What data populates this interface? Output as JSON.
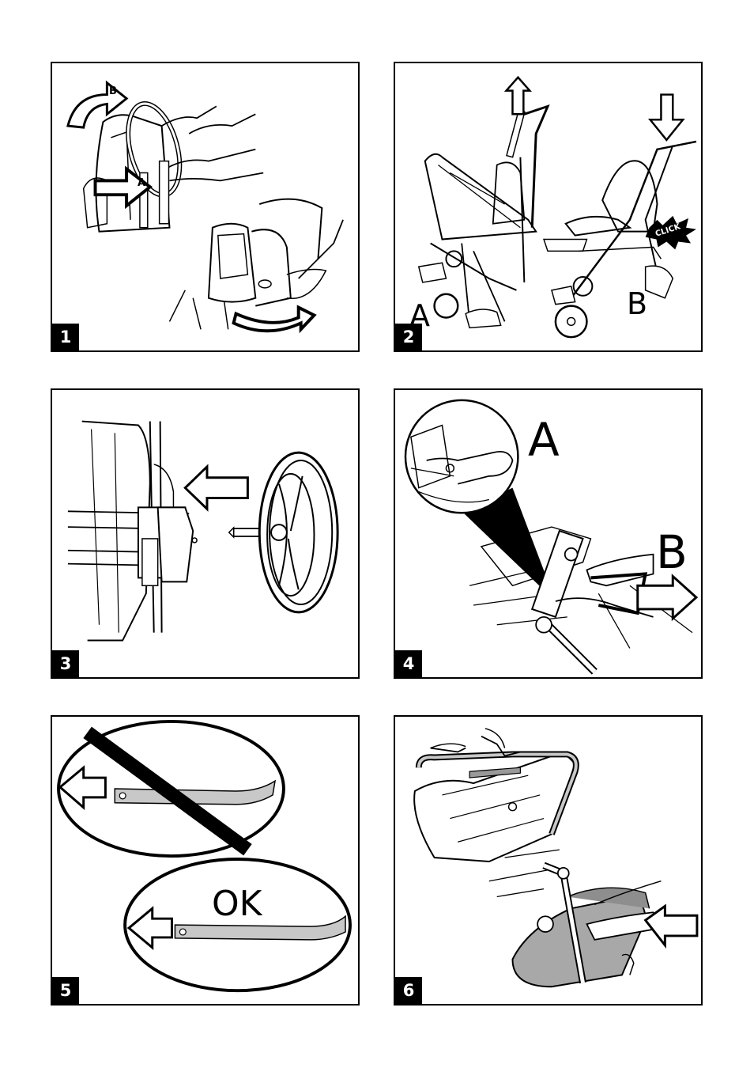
{
  "panels": [
    {
      "number": "1",
      "labels": {
        "a": "A",
        "b": "B"
      }
    },
    {
      "number": "2",
      "labels": {
        "a": "A",
        "b": "B",
        "click": "CLICK"
      }
    },
    {
      "number": "3"
    },
    {
      "number": "4",
      "labels": {
        "a": "A",
        "b": "B"
      }
    },
    {
      "number": "5",
      "labels": {
        "ok": "OK"
      }
    },
    {
      "number": "6"
    }
  ],
  "icons": {
    "arrow": "outline-arrow-icon",
    "prohibited": "prohibited-circle-icon"
  }
}
